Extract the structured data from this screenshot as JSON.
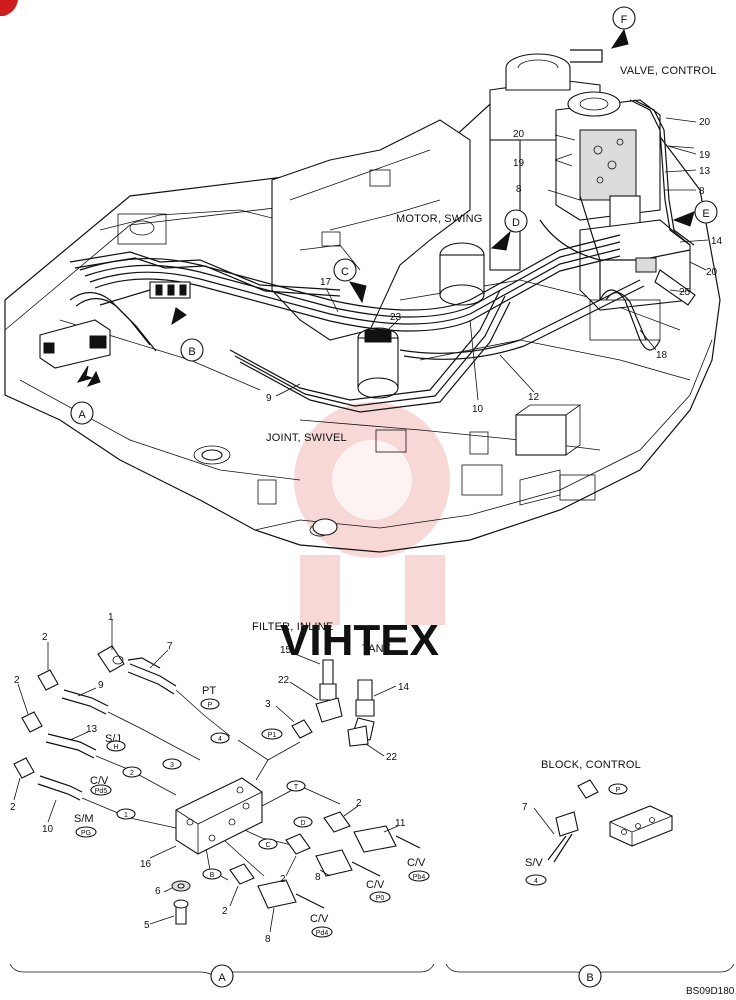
{
  "view_letters": {
    "A": "A",
    "B": "B",
    "C": "C",
    "D": "D",
    "E": "E",
    "F": "F"
  },
  "captions": {
    "valve_control": "VALVE, CONTROL",
    "motor_swing": "MOTOR, SWING",
    "joint_swivel": "JOINT, SWIVEL",
    "filter_inline": "FILTER, INLINE",
    "tank": "TANK",
    "block_control": "BLOCK, CONTROL"
  },
  "port_labels": {
    "pt": "PT",
    "sj": "S/J",
    "cv_a": "C/V",
    "sm": "S/M",
    "cv_pb4_upper": "C/V",
    "cv_p0": "C/V",
    "cv_pd4": "C/V",
    "sv": "S/V"
  },
  "port_tags": {
    "p": "P",
    "h": "H",
    "pd5": "Pd5",
    "pg": "PG",
    "p1": "P1",
    "t": "T",
    "d": "D",
    "c": "C",
    "b": "B",
    "pb4": "Pb4",
    "p0": "P0",
    "pd4": "Pd4",
    "circ4": "4",
    "circ3": "3",
    "circ2": "2",
    "circ1": "1",
    "blk_p": "P",
    "sv4": "4"
  },
  "part_numbers": {
    "n20a": "20",
    "n20b": "20",
    "n20c": "20",
    "n19a": "19",
    "n19b": "19",
    "n13": "13",
    "n8a": "8",
    "n8b": "8",
    "n14": "14",
    "n25": "25",
    "n17": "17",
    "n23": "23",
    "n9": "9",
    "n10": "10",
    "n12": "12",
    "n18": "18",
    "d1": "1",
    "d7": "7",
    "d2a": "2",
    "d2b": "2",
    "d9": "9",
    "d13": "13",
    "d2c": "2",
    "d10": "10",
    "d15": "15",
    "d22a": "22",
    "d3": "3",
    "d14": "14",
    "d22b": "22",
    "d2d": "2",
    "d11": "11",
    "d16": "16",
    "d2e": "2",
    "d8a": "8",
    "d6": "6",
    "d2f": "2",
    "d5": "5",
    "d8b": "8",
    "b7": "7"
  },
  "figure_code": "BS09D180",
  "watermark": "VIHTEX"
}
